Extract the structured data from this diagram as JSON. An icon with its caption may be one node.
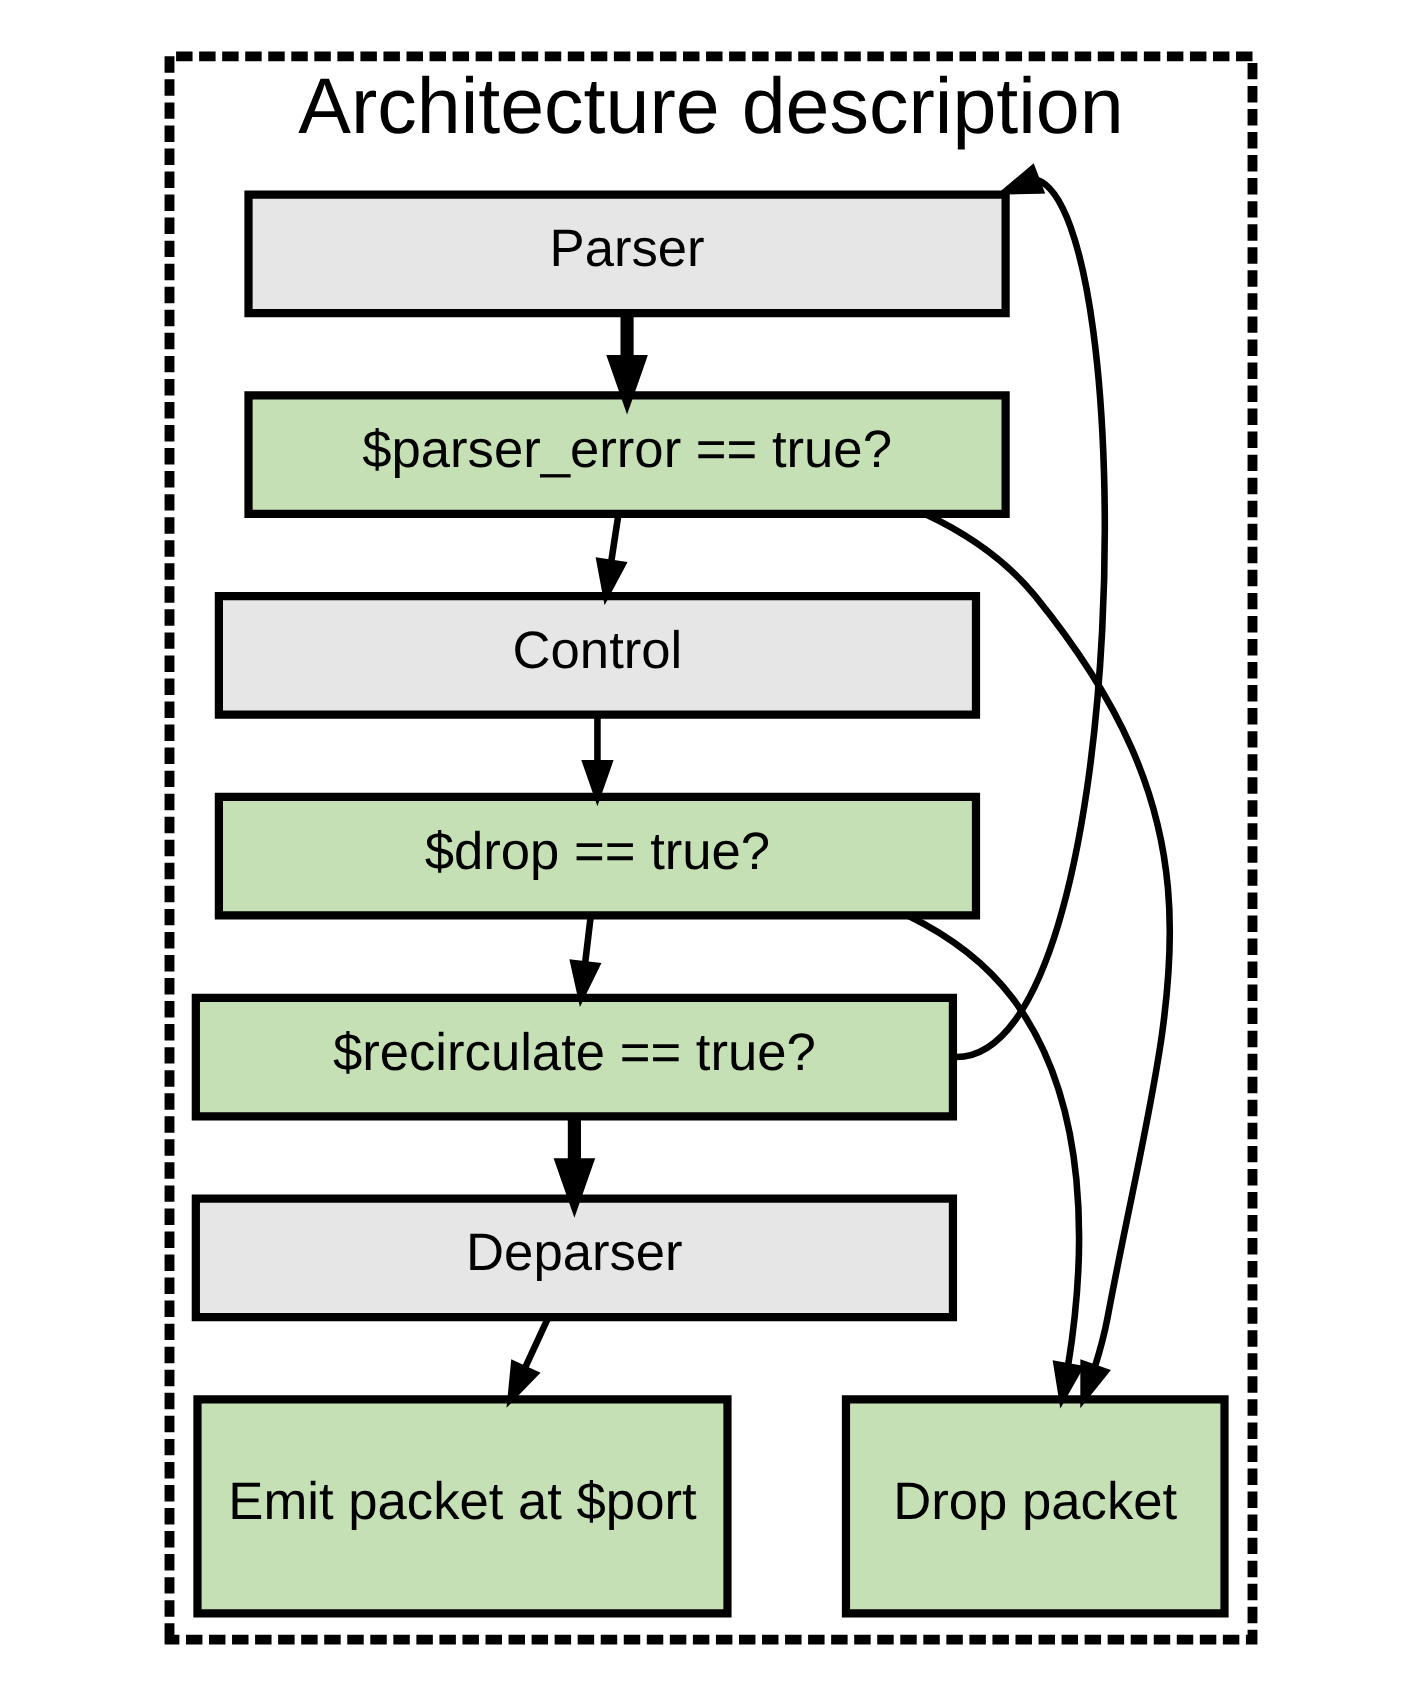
{
  "diagram": {
    "nodes": [
      {
        "text": [
          "Architecture description"
        ]
      },
      {
        "text": [
          "Parser"
        ],
        "in": 0
      },
      {
        "text": [
          "$parser_error == true?"
        ],
        "in": 0
      },
      {
        "text": [
          "Control"
        ],
        "in": 0
      },
      {
        "text": [
          "$drop == true?"
        ],
        "in": 0
      },
      {
        "text": [
          "$recirculate == true?"
        ],
        "in": 0
      },
      {
        "text": [
          "Deparser"
        ],
        "in": 0
      },
      {
        "text": [
          "Drop packet"
        ],
        "in": 0
      },
      {
        "text": [
          "Emit packet at $port"
        ],
        "in": 0
      }
    ],
    "edges": [
      {
        "from": 1,
        "to": 2,
        "arrow": "to",
        "style": "thick"
      },
      {
        "from": 2,
        "to": 3,
        "arrow": "to"
      },
      {
        "from": 3,
        "to": 4,
        "arrow": "to"
      },
      {
        "from": 4,
        "to": 5,
        "arrow": "to"
      },
      {
        "from": 5,
        "to": 6,
        "arrow": "to",
        "style": "thick"
      },
      {
        "from": 5,
        "to": 1,
        "arrow": "to"
      },
      {
        "from": 6,
        "to": 8,
        "arrow": "to"
      },
      {
        "from": 2,
        "to": 7,
        "arrow": "to"
      },
      {
        "from": 4,
        "to": 7,
        "arrow": "to"
      }
    ]
  }
}
